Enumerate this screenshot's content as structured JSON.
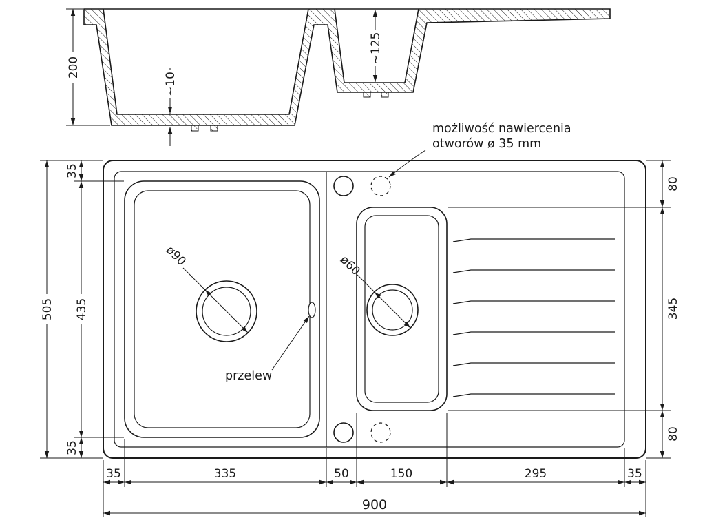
{
  "drawing": {
    "cross_section": {
      "depth_total": "200",
      "bottom_thickness": "~10",
      "small_bowl_depth": "~125"
    },
    "top_view": {
      "left_total": "505",
      "left_top": "35",
      "left_middle": "435",
      "left_bottom": "35",
      "right_top": "80",
      "right_middle": "345",
      "right_bottom": "80",
      "bottom_segments": [
        "35",
        "335",
        "50",
        "150",
        "295",
        "35"
      ],
      "total_width": "900",
      "main_drain_label": "ø90",
      "small_drain_label": "ø60",
      "overflow_label": "przelew",
      "drill_note_line1": "możliwość nawiercenia",
      "drill_note_line2": "otworów ø 35 mm"
    },
    "colors": {
      "line": "#1a1a1a",
      "background": "#ffffff"
    }
  }
}
